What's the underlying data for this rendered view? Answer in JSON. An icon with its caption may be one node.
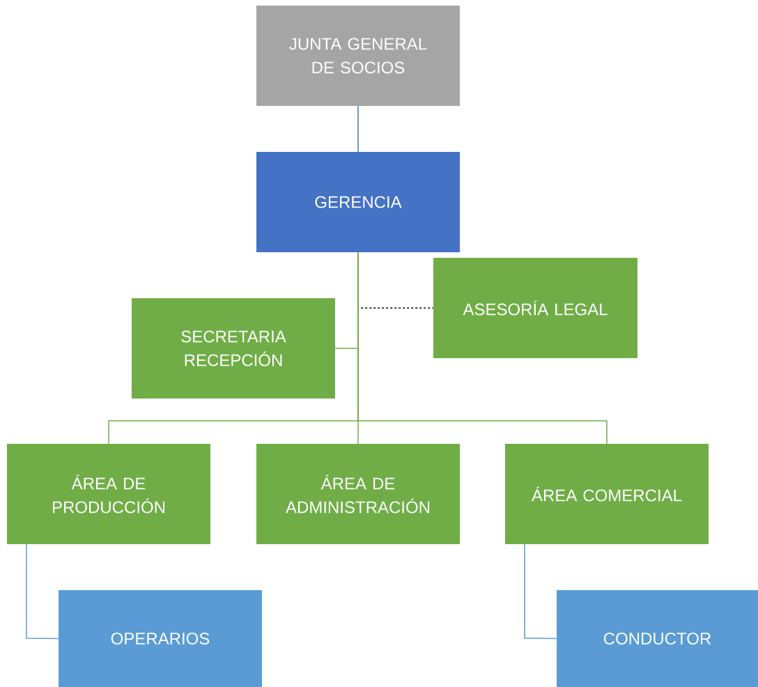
{
  "diagram": {
    "nodes": [
      {
        "text": [
          "JUNTA GENERAL DE SOCIOS"
        ]
      },
      {
        "text": [
          "GERENCIA"
        ]
      },
      {
        "text": [
          "SECRETARIA RECEPCIÓN"
        ]
      },
      {
        "text": [
          "ASESORÍA LEGAL"
        ]
      },
      {
        "text": [
          "ÁREA DE PRODUCCIÓN"
        ]
      },
      {
        "text": [
          "ÁREA DE ADMINISTRACIÓN"
        ]
      },
      {
        "text": [
          "ÁREA COMERCIAL"
        ]
      },
      {
        "text": [
          "OPERARIOS"
        ]
      },
      {
        "text": [
          "CONDUCTOR"
        ]
      }
    ],
    "edges": [
      {
        "from": 0,
        "to": 1,
        "arrow": "none",
        "color": "#4472c4"
      },
      {
        "from": 1,
        "to": 2,
        "arrow": "none"
      },
      {
        "from": 1,
        "to": 3,
        "arrow": "none",
        "style": "dashed",
        "color": "#000000"
      },
      {
        "from": 1,
        "to": 4,
        "arrow": "none"
      },
      {
        "from": 1,
        "to": 5,
        "arrow": "none"
      },
      {
        "from": 1,
        "to": 6,
        "arrow": "none"
      },
      {
        "from": 4,
        "to": 7,
        "arrow": "none",
        "color": "#5b9bd5"
      },
      {
        "from": 6,
        "to": 8,
        "arrow": "none",
        "color": "#5b9bd5"
      }
    ]
  }
}
